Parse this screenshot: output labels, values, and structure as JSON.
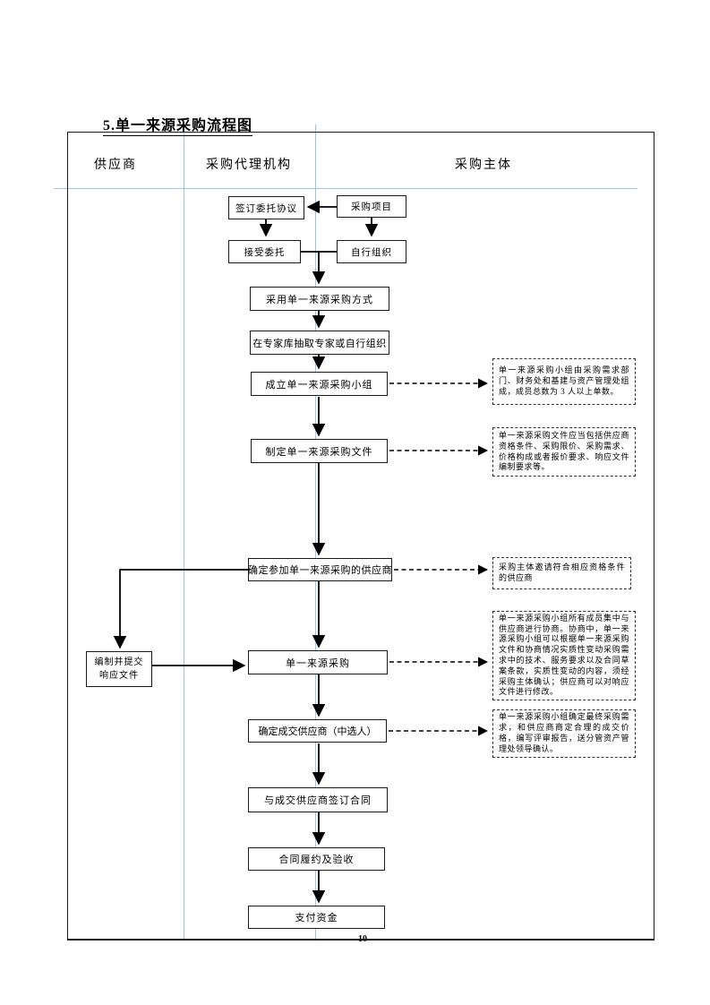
{
  "page": {
    "title": "5.单一来源采购流程图",
    "page_number": "10"
  },
  "columns": [
    {
      "label": "供应商"
    },
    {
      "label": "采购代理机构"
    },
    {
      "label": "采购主体"
    }
  ],
  "flow_nodes": {
    "sign_agreement": "签订委托协议",
    "procurement_project": "采购项目",
    "accept_entrustment": "接受委托",
    "self_organize": "自行组织",
    "adopt_method": "采用单一来源采购方式",
    "select_experts": "在专家库抽取专家或自行组织",
    "form_group": "成立单一来源采购小组",
    "prepare_documents": "制定单一来源采购文件",
    "determine_supplier": "确定参加单一来源采购的供应商",
    "prepare_response_line1": "编制并提交",
    "prepare_response_line2": "响应文件",
    "single_source_procurement": "单一来源采购",
    "confirm_winner": "确定成交供应商（中选人）",
    "sign_contract": "与成交供应商签订合同",
    "contract_fulfillment": "合同履约及验收",
    "pay_funds": "支付资金"
  },
  "annotations": [
    {
      "text": "单一来源采购小组由采购需求部门、财务处和基建与资产管理处组成，成员总数为 3 人以上单数。"
    },
    {
      "text": "单一来源采购文件应当包括供应商资格条件、采购限价、采购需求、价格构成或者报价要求、响应文件编制要求等。"
    },
    {
      "text": "采购主体邀请符合相应资格条件的供应商"
    },
    {
      "text": "单一来源采购小组所有成员集中与供应商进行协商。协商中，单一来源采购小组可以根据单一来源采购文件和协商情况实质性变动采购需求中的技术、服务要求以及合同草案条款，实质性变动的内容，须经采购主体确认；供应商可以对响应文件进行修改。"
    },
    {
      "text": "单一来源采购小组确定最终采购需求，和供应商商定合理的成交价格，编写评审报告，送分管资产管理处领导确认。"
    }
  ],
  "colors": {
    "divider_blue": "#9dc3e6",
    "line_black": "#000000"
  }
}
